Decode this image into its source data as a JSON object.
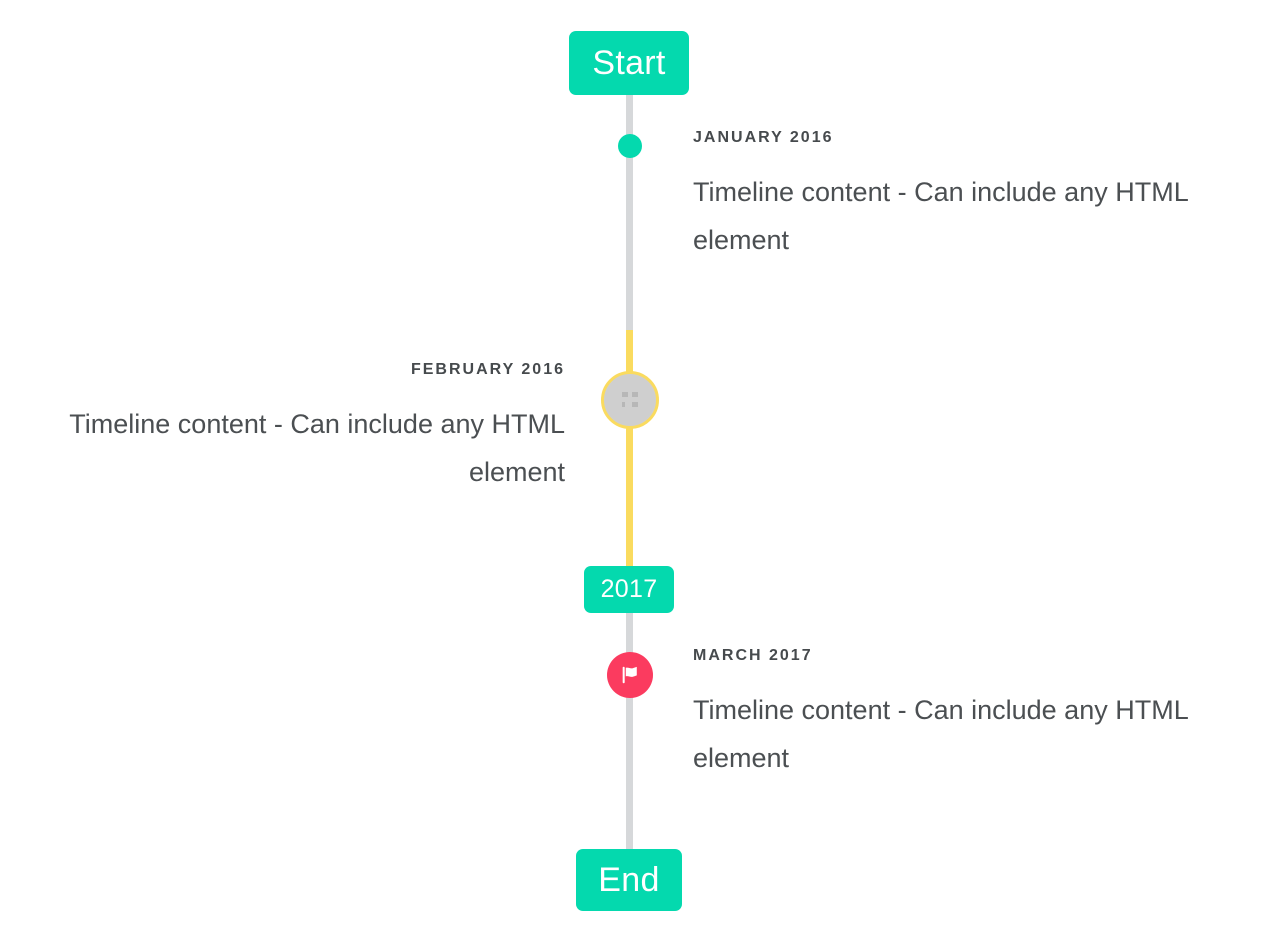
{
  "colors": {
    "accent_teal": "#04d9ae",
    "accent_yellow": "#fadb5f",
    "accent_pink": "#fb3b5f",
    "rail_gray": "#d6d8da",
    "marker_gray": "#cfcfcf",
    "text_dark": "#464a4d",
    "text_body": "#4b4f52",
    "background": "#ffffff"
  },
  "timeline": {
    "start_label": "Start",
    "middle_label": "2017",
    "end_label": "End",
    "entries": [
      {
        "date": "JANUARY 2016",
        "body": "Timeline content - Can include any HTML element",
        "side": "right",
        "marker": "teal-dot-icon"
      },
      {
        "date": "FEBRUARY 2016",
        "body": "Timeline content - Can include any HTML element",
        "side": "left",
        "marker": "broken-image-icon"
      },
      {
        "date": "MARCH 2017",
        "body": "Timeline content - Can include any HTML element",
        "side": "right",
        "marker": "flag-icon"
      }
    ]
  }
}
